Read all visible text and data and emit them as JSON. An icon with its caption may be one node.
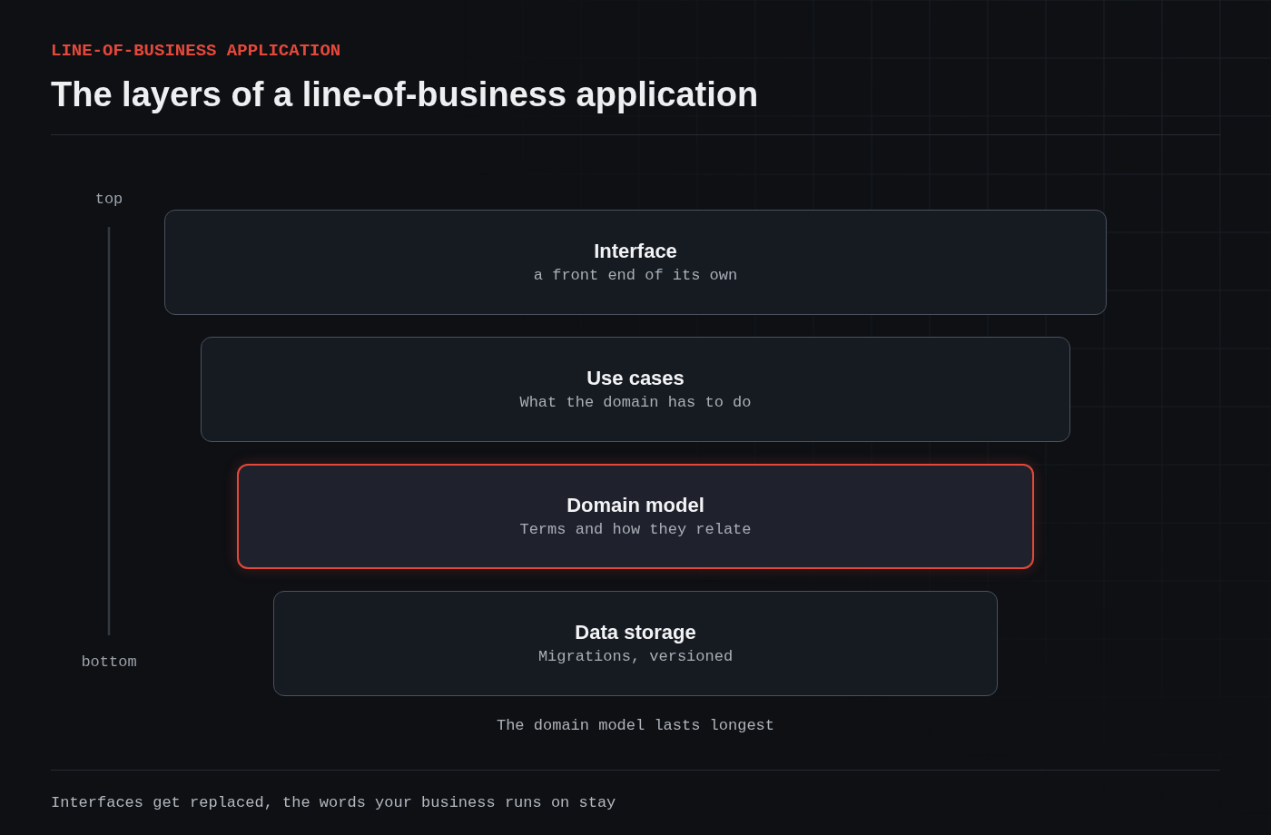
{
  "diagram": {
    "title": "The layers of a line-of-business application",
    "caption": "Interfaces get replaced, the words your business runs on stay",
    "nodes": [
      {
        "text": [
          "Interface",
          "a front end of its own"
        ]
      },
      {
        "text": [
          "Use cases",
          "What the domain has to do"
        ]
      },
      {
        "text": [
          "Domain model",
          "Terms and how they relate"
        ]
      },
      {
        "text": [
          "Data storage",
          "Migrations, versioned"
        ]
      }
    ],
    "labels": [
      "LINE-OF-BUSINESS APPLICATION",
      "top",
      "bottom",
      "The domain model lasts longest"
    ]
  }
}
